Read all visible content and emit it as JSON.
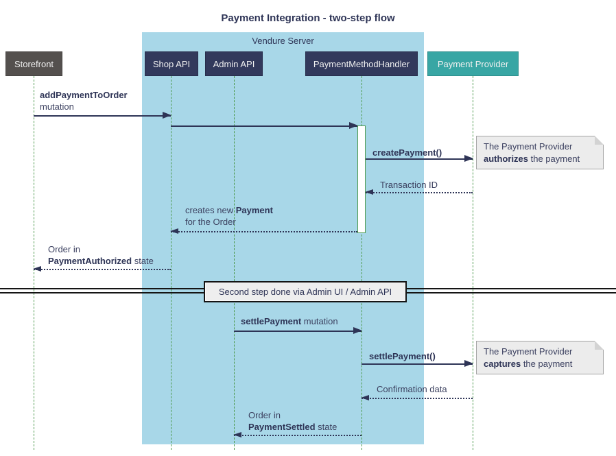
{
  "title": "Payment Integration - two-step flow",
  "container": {
    "label": "Vendure Server"
  },
  "participants": [
    {
      "name": "Storefront"
    },
    {
      "name": "Shop API"
    },
    {
      "name": "Admin API"
    },
    {
      "name": "PaymentMethodHandler"
    },
    {
      "name": "Payment Provider"
    }
  ],
  "messages": {
    "add_payment": {
      "bold": "addPaymentToOrder",
      "normal": "mutation"
    },
    "create_payment": {
      "bold": "createPayment()"
    },
    "transaction_id": {
      "normal": "Transaction ID"
    },
    "creates_payment": {
      "pre": "creates new ",
      "bold": "Payment",
      "line2": "for the Order"
    },
    "order_authorized": {
      "line1": "Order in",
      "bold": "PaymentAuthorized",
      "suffix": " state"
    },
    "settle_mutation": {
      "bold": "settlePayment",
      "suffix": " mutation"
    },
    "settle_payment": {
      "bold": "settlePayment()"
    },
    "confirmation": {
      "normal": "Confirmation data"
    },
    "order_settled": {
      "line1": "Order in",
      "bold": "PaymentSettled",
      "suffix": " state"
    }
  },
  "divider": {
    "label": "Second step done via Admin UI / Admin API"
  },
  "notes": {
    "authorize": {
      "line1": "The Payment Provider",
      "bold": "authorizes",
      "suffix": " the payment"
    },
    "capture": {
      "line1": "The Payment Provider",
      "bold": "captures",
      "suffix": " the payment"
    }
  },
  "colors": {
    "navy_text": "#2e3456",
    "participant_navy": "#32395c",
    "storefront_gray": "#54504e",
    "provider_teal": "#38a6a4",
    "server_container_blue": "#a8d7e8",
    "lifeline_green": "#4e9a4e",
    "note_bg": "#ececec",
    "divider_bg": "#eeeeee"
  }
}
